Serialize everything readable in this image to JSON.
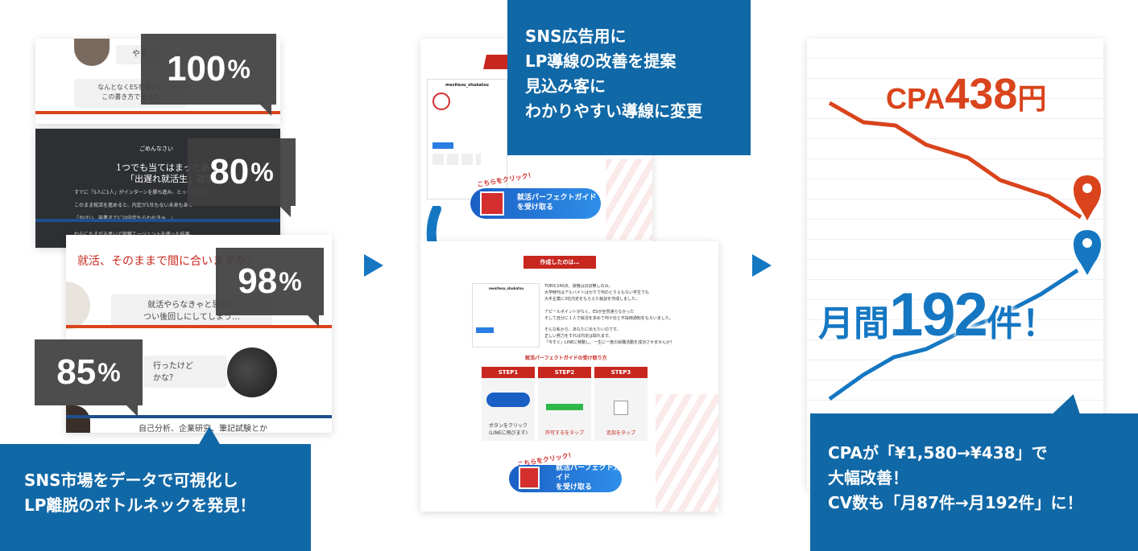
{
  "colors": {
    "blue_box": "#1168a6",
    "orange": "#d9441c",
    "cpa_blue": "#1577c2",
    "pct_box": "#404040"
  },
  "panel1": {
    "top_bubble": "やる",
    "bubble2": "なんとなくESを書いて\nこの書き方であって",
    "banner_small": "ごめんなさい",
    "banner_line1": "1つでも当てはまったあなた",
    "banner_line2": "「出遅れ就活生」確定で",
    "body_lines": [
      "すでに「5人に1人」がインターンを勝ち進み、とっくに内定",
      "このまま就活を進めると、内定が1社もない未来もあり",
      "「やばい、卒業までには内定もらわなきゃ…」",
      "わらにもすがる思いで就職エージェントを使った結果、"
    ],
    "heading": "就活、そのままで間に合いますか？",
    "bubble3": "就活やらなきゃと思って\nつい後回しにしてしまう…",
    "bubble4": "行ったけど\nかな？",
    "footer_text": "自己分析、企業研究、筆記試験とか",
    "pct": [
      {
        "num": "100",
        "unit": "%"
      },
      {
        "num": "80",
        "unit": "%"
      },
      {
        "num": "98",
        "unit": "%"
      },
      {
        "num": "85",
        "unit": "%"
      }
    ],
    "callout": [
      "SNS市場をデータで可視化し",
      "LP離脱のボトルネックを発見！"
    ]
  },
  "panel2": {
    "callout": [
      "SNS広告用に",
      "LP導線の改善を提案",
      "見込み客に",
      "わかりやすい導線に変更"
    ],
    "profile_name": "mesitesu_shukatsu",
    "click_label": "こちらをクリック！",
    "cta_label": [
      "就活パーフェクトガイド",
      "を受け取る"
    ],
    "made_title": "作成したのは…",
    "body_lines": [
      "TOEIC240点、資格はほぼ無しのみ。",
      "大学時代はアルバイトばかりで何のとりえもない学生でも",
      "大手企業に3社内定をもらえた秘訣を作成しました。",
      "アピールポイントがなく、ESが全然通らなかった",
      "そして自分に１人で就活を多めて何十社と不採用通知をもらいました。",
      "そんな私から、あなたに伝えたいのです。",
      "正しい努力をすれば内定は取れます。",
      "「今すぐ」LINEに移動し、一生に一度の就職活動を成功させませんか？"
    ],
    "guide_heading": "就活パーフェクトガイドの受け取り方",
    "steps": [
      {
        "label": "STEP1",
        "caption": "ボタンをクリック\n(LINEに飛びます)"
      },
      {
        "label": "STEP2",
        "caption": "許可するをタップ"
      },
      {
        "label": "STEP3",
        "caption": "追加をタップ"
      }
    ]
  },
  "panel3": {
    "cpa_prefix": "CPA",
    "cpa_value": "438",
    "cpa_unit": "円",
    "monthly_prefix": "月間",
    "monthly_value": "192",
    "monthly_unit": "件！",
    "callout": [
      "CPAが「¥1,580→¥438」で",
      "大幅改善！",
      "CV数も「月87件→月192件」に！"
    ]
  },
  "arrows": [
    "next-arrow-1",
    "next-arrow-2"
  ]
}
